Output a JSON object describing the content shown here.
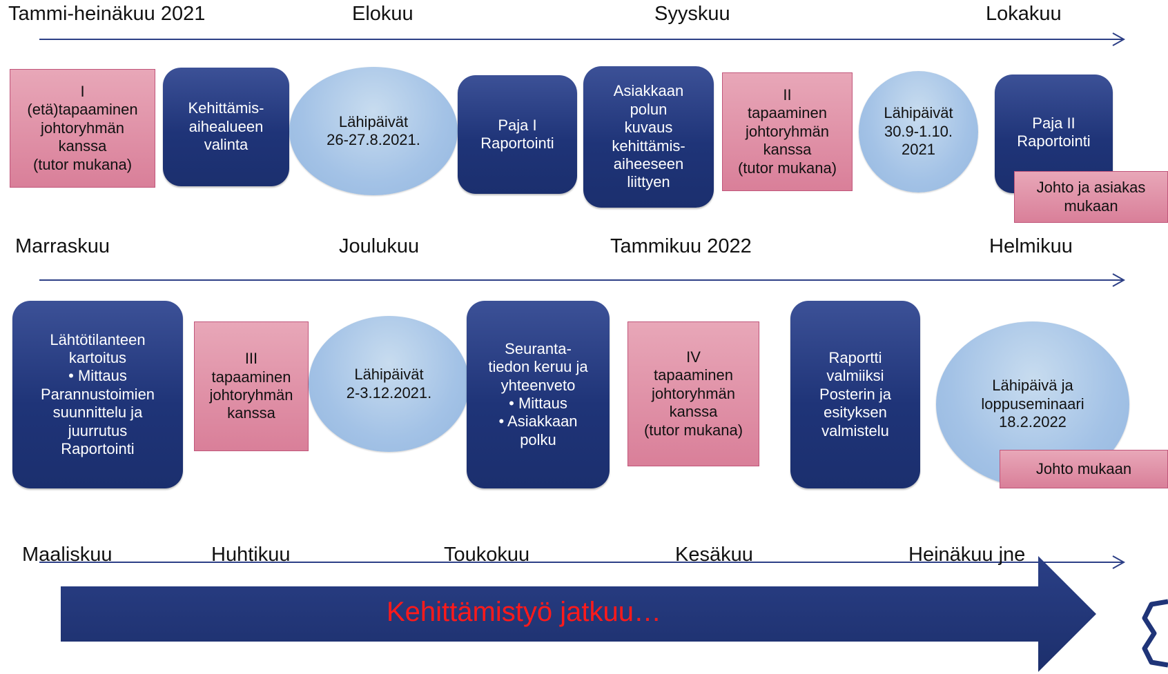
{
  "timeline1": {
    "months": [
      "Tammi-heinäkuu 2021",
      "Elokuu",
      "Syyskuu",
      "Lokakuu"
    ],
    "items": [
      {
        "type": "pink",
        "text": "I\n(etä)tapaaminen\njohtoryhmän\nkanssa\n(tutor mukana)"
      },
      {
        "type": "navy",
        "text": "Kehittämis-\naihealueen\nvalinta"
      },
      {
        "type": "oval",
        "text": "Lähipäivät\n26-27.8.2021."
      },
      {
        "type": "navy",
        "text": "Paja I\nRaportointi"
      },
      {
        "type": "navy",
        "text": "Asiakkaan\npolun\nkuvaus\nkehittämis-\naiheeseen\nliittyen"
      },
      {
        "type": "pink",
        "text": "II\ntapaaminen\njohtoryhmän\nkanssa\n(tutor mukana)"
      },
      {
        "type": "oval",
        "text": "Lähipäivät\n30.9-1.10.\n2021"
      },
      {
        "type": "navy",
        "text": "Paja II\nRaportointi"
      },
      {
        "type": "pink",
        "text": "Johto ja asiakas\nmukaan"
      }
    ]
  },
  "timeline2": {
    "months": [
      "Marraskuu",
      "Joulukuu",
      "Tammikuu 2022",
      "Helmikuu"
    ],
    "items": [
      {
        "type": "navy",
        "text": "Lähtötilanteen\nkartoitus\n• Mittaus\nParannustoimien\nsuunnittelu ja\njuurrutus\nRaportointi"
      },
      {
        "type": "pink",
        "text": "III\ntapaaminen\njohtoryhmän\nkanssa"
      },
      {
        "type": "oval",
        "text": "Lähipäivät\n2-3.12.2021."
      },
      {
        "type": "navy",
        "text": "Seuranta-\ntiedon keruu ja\nyhteenveto\n• Mittaus\n• Asiakkaan\npolku"
      },
      {
        "type": "pink",
        "text": "IV\ntapaaminen\njohtoryhmän\nkanssa\n(tutor mukana)"
      },
      {
        "type": "navy",
        "text": "Raportti\nvalmiiksi\nPosterin ja\nesityksen\nvalmistelu"
      },
      {
        "type": "oval",
        "text": "Lähipäivä  ja\nloppuseminaari\n18.2.2022"
      },
      {
        "type": "pink",
        "text": "Johto mukaan"
      }
    ]
  },
  "timeline3": {
    "months": [
      "Maaliskuu",
      "Huhtikuu",
      "Toukokuu",
      "Kesäkuu",
      "Heinäkuu jne"
    ],
    "arrow_text": "Kehittämistyö jatkuu…"
  },
  "colors": {
    "navy": "#1f3478",
    "pink": "#d97f99",
    "oval": "#a3c2e6",
    "arrow_text": "#ff1a1a"
  }
}
